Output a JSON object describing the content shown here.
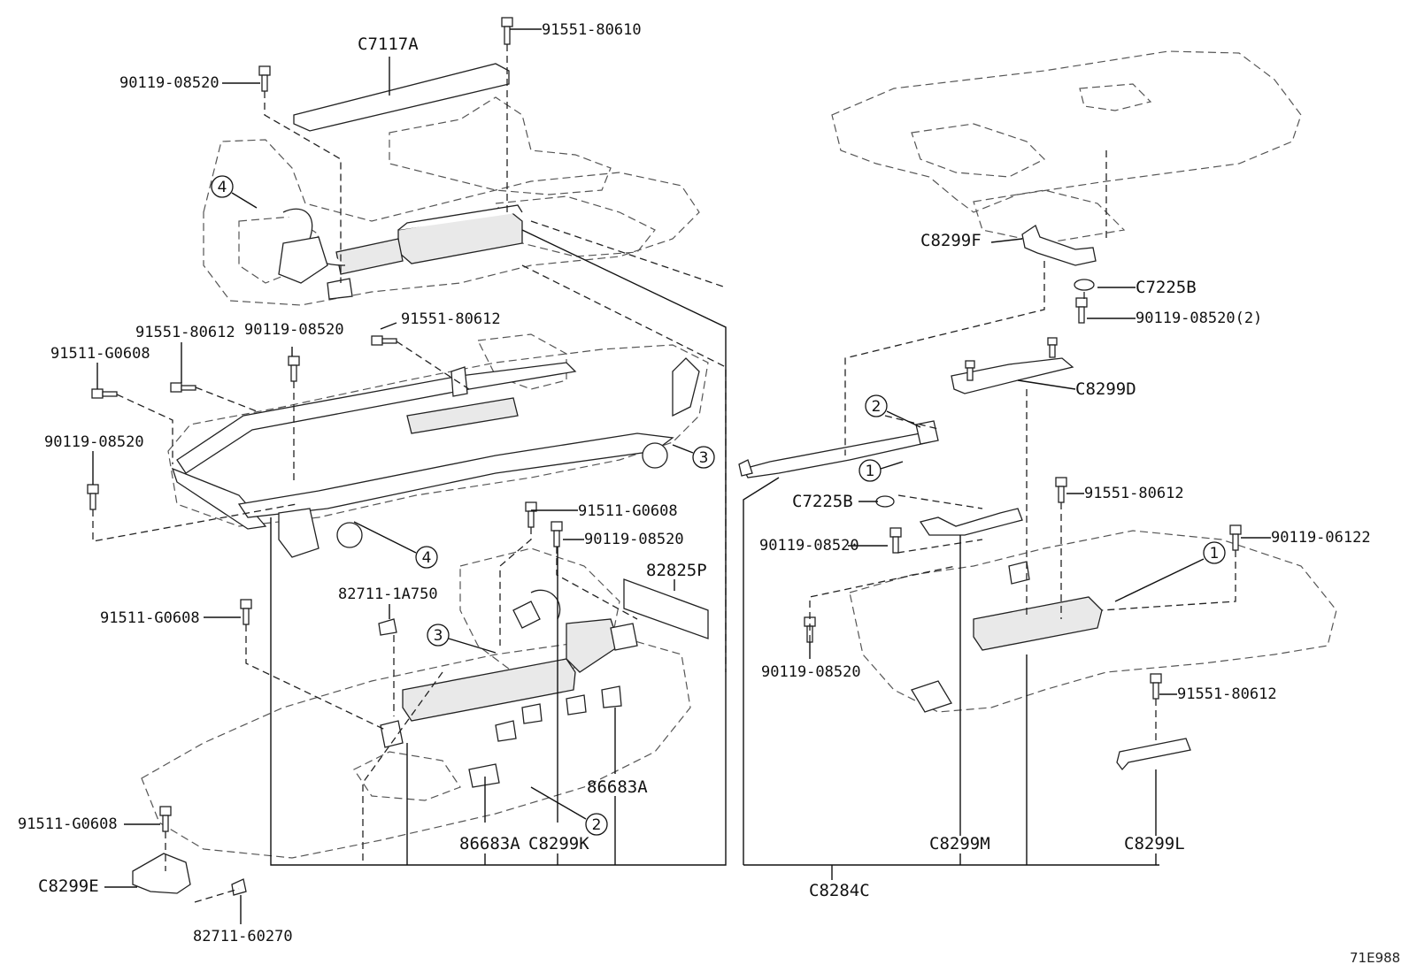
{
  "diagram": {
    "ref_code": "71E988",
    "labels": {
      "c7117a": "C7117A",
      "p91551_80610": "91551-80610",
      "p90119_08520_a": "90119-08520",
      "p91551_80612_a": "91551-80612",
      "p90119_08520_b": "90119-08520",
      "p91551_80612_b": "91551-80612",
      "p91511_g0608_a": "91511-G0608",
      "p90119_08520_c": "90119-08520",
      "p91511_g0608_b": "91511-G0608",
      "p90119_08520_d": "90119-08520",
      "p82825p": "82825P",
      "p82711_1a750": "82711-1A750",
      "p91511_g0608_c": "91511-G0608",
      "p91511_g0608_d": "91511-G0608",
      "c8299e": "C8299E",
      "p82711_60270": "82711-60270",
      "p86683a_a": "86683A",
      "p86683a_b": "86683A",
      "c8299k": "C8299K",
      "c8284c": "C8284C",
      "c8299f": "C8299F",
      "c7225b_a": "C7225B",
      "p90119_08520_2": "90119-08520(2)",
      "c8299d": "C8299D",
      "c7225b_b": "C7225B",
      "p90119_08520_e": "90119-08520",
      "p91551_80612_c": "91551-80612",
      "p90119_06122": "90119-06122",
      "p90119_08520_f": "90119-08520",
      "p91551_80612_d": "91551-80612",
      "c8299m": "C8299M",
      "c8299l": "C8299L"
    },
    "callouts": {
      "n1": "1",
      "n2": "2",
      "n3": "3",
      "n4": "4"
    }
  }
}
